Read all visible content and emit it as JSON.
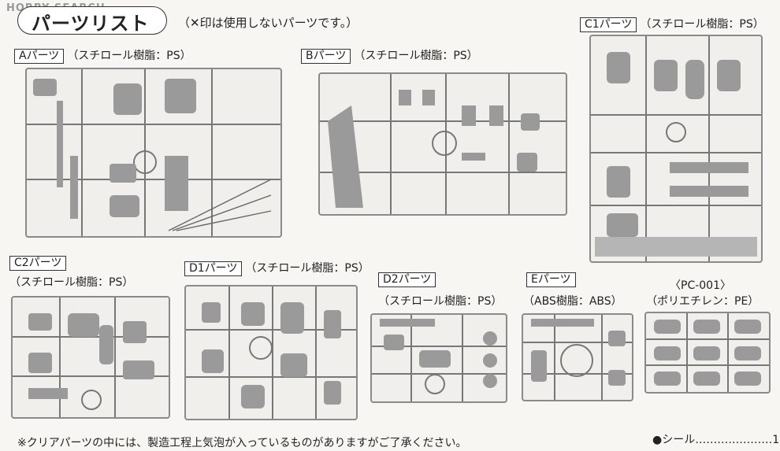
{
  "watermark": "HOBBY SEARCH",
  "header": {
    "title": "パーツリスト",
    "note": "（✕印は使用しないパーツです。）"
  },
  "parts": {
    "a": {
      "tag": "Aパーツ",
      "material": "（スチロール樹脂：PS）"
    },
    "b": {
      "tag": "Bパーツ",
      "material": "（スチロール樹脂：PS）"
    },
    "c1": {
      "tag": "C1パーツ",
      "material": "（スチロール樹脂：PS）"
    },
    "c2": {
      "tag": "C2パーツ",
      "material": "（スチロール樹脂：PS）"
    },
    "d1": {
      "tag": "D1パーツ",
      "material": "（スチロール樹脂：PS）"
    },
    "d2": {
      "tag": "D2パーツ",
      "material": "（スチロール樹脂：PS）"
    },
    "e": {
      "tag": "Eパーツ",
      "material": "（ABS樹脂：ABS）"
    },
    "pc": {
      "tag": "〈PC-001〉",
      "material": "（ポリエチレン：PE）"
    }
  },
  "footer": {
    "note": "※クリアパーツの中には、製造工程上気泡が入っているものがありますがご了承ください。",
    "seal": "●シール…………………1"
  }
}
